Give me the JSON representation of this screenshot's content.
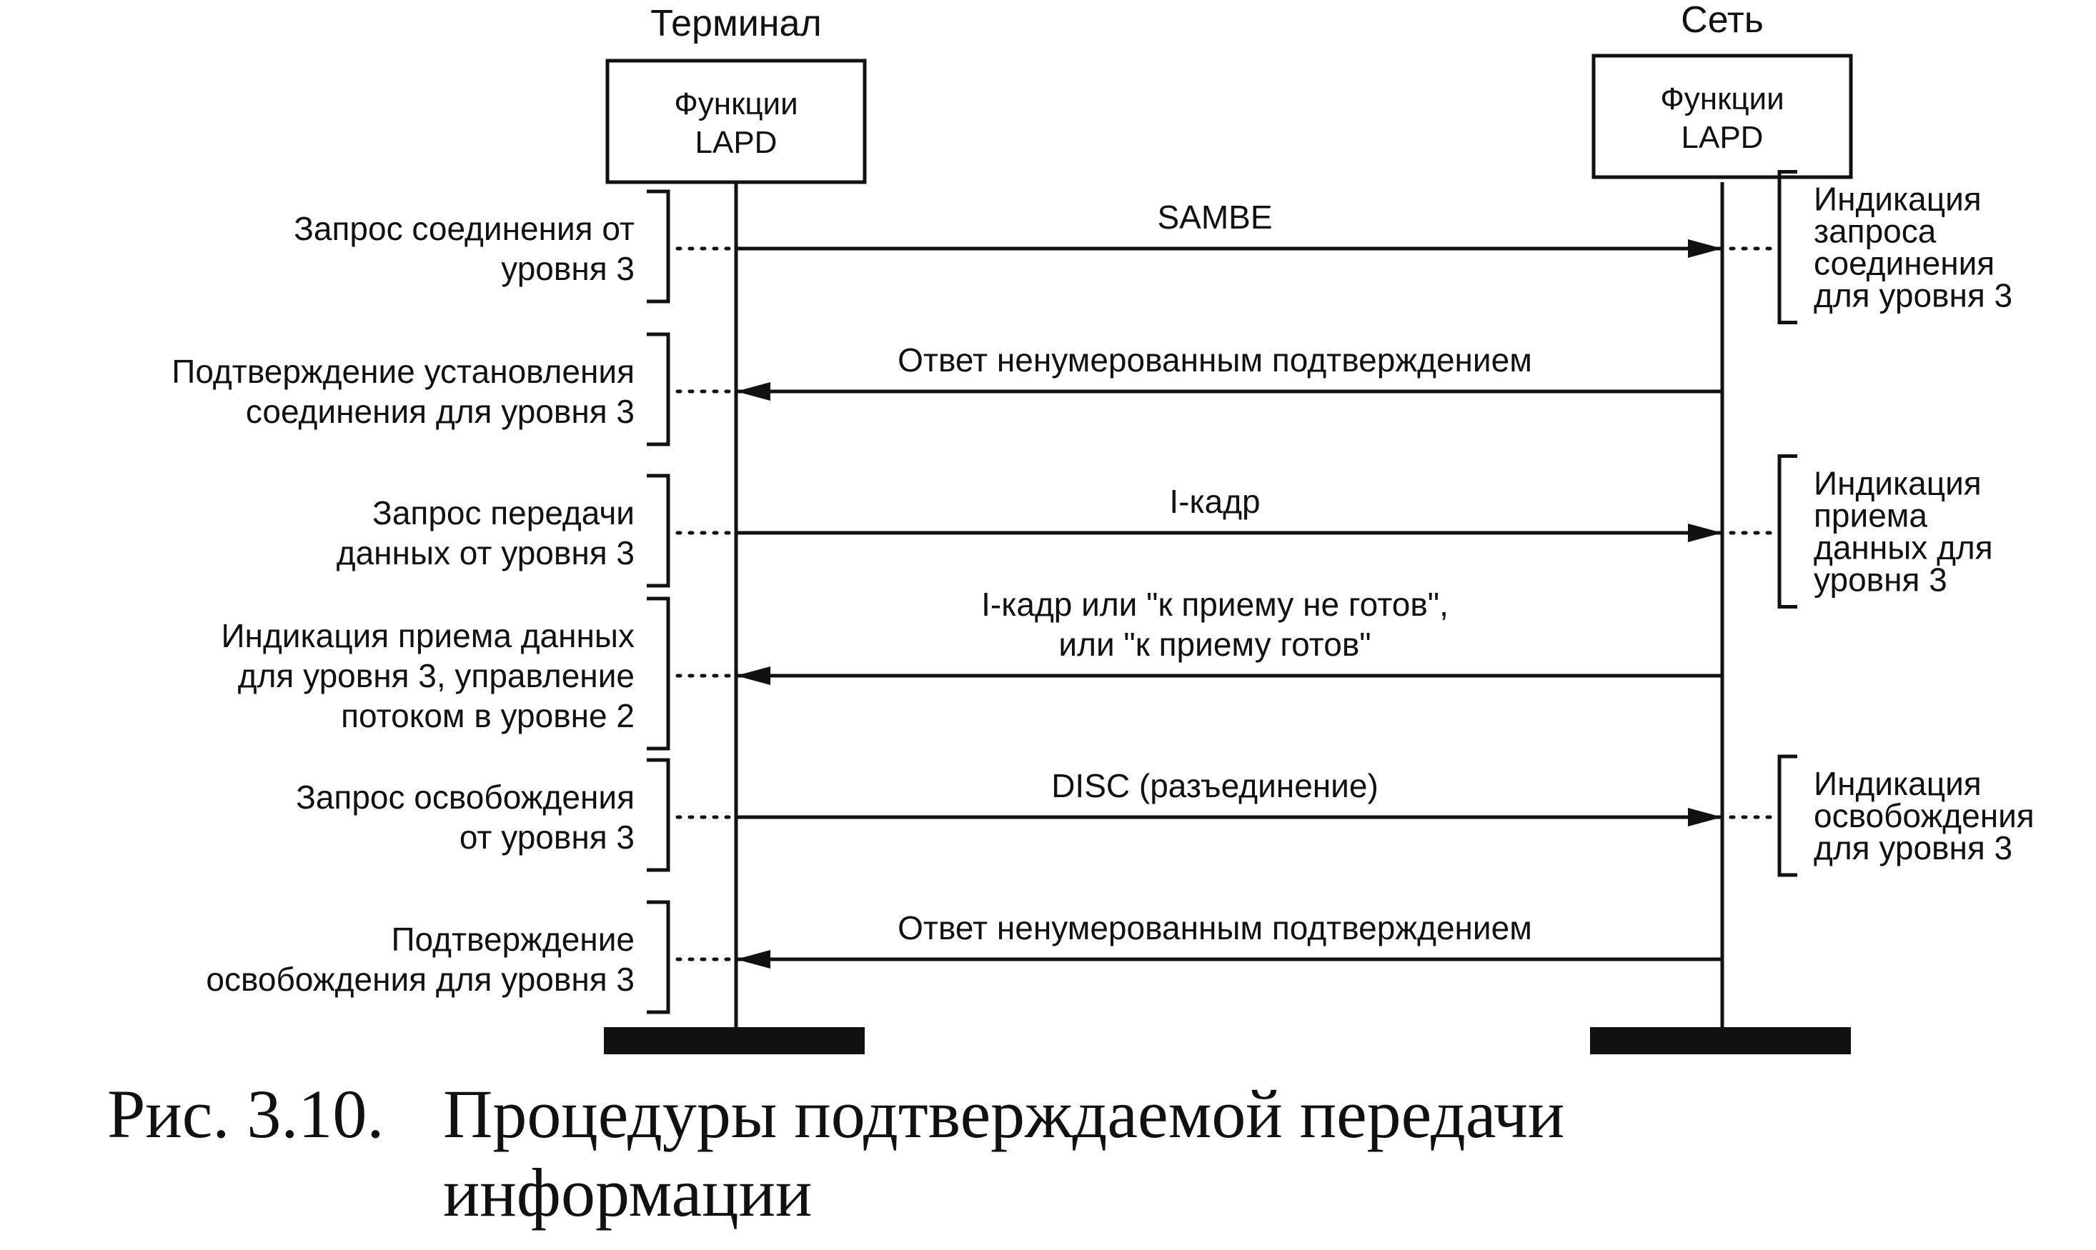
{
  "terminal": {
    "header": "Терминал",
    "box": [
      "Функции",
      "LAPD"
    ]
  },
  "network": {
    "header": "Сеть",
    "box": [
      "Функции",
      "LAPD"
    ]
  },
  "messages": [
    {
      "label": [
        "SAMBE"
      ],
      "direction": "right"
    },
    {
      "label": [
        "Ответ ненумерованным подтверждением"
      ],
      "direction": "left"
    },
    {
      "label": [
        "I-кадр"
      ],
      "direction": "right"
    },
    {
      "label": [
        "I-кадр или \"к приему не готов\",",
        "или \"к приему готов\""
      ],
      "direction": "left"
    },
    {
      "label": [
        "DISC (разъединение)"
      ],
      "direction": "right"
    },
    {
      "label": [
        "Ответ ненумерованным подтверждением"
      ],
      "direction": "left"
    }
  ],
  "left_labels": [
    [
      "Запрос соединения от",
      "уровня 3"
    ],
    [
      "Подтверждение установления",
      "соединения для уровня 3"
    ],
    [
      "Запрос передачи",
      "данных от уровня 3"
    ],
    [
      "Индикация приема данных",
      "для уровня 3, управление",
      "потоком в уровне 2"
    ],
    [
      "Запрос освобождения",
      "от уровня 3"
    ],
    [
      "Подтверждение",
      "освобождения для уровня 3"
    ]
  ],
  "right_labels": [
    [
      "Индикация",
      "запроса",
      "соединения",
      "для уровня 3"
    ],
    [
      "Индикация",
      "приема",
      "данных для",
      "уровня 3"
    ],
    [
      "Индикация",
      "освобождения",
      "для уровня 3"
    ]
  ],
  "caption": {
    "number": "Рис. 3.10.",
    "lines": [
      "Процедуры подтверждаемой передачи",
      "информации"
    ]
  },
  "colors": {
    "ink": "#111111",
    "background": "#ffffff"
  }
}
